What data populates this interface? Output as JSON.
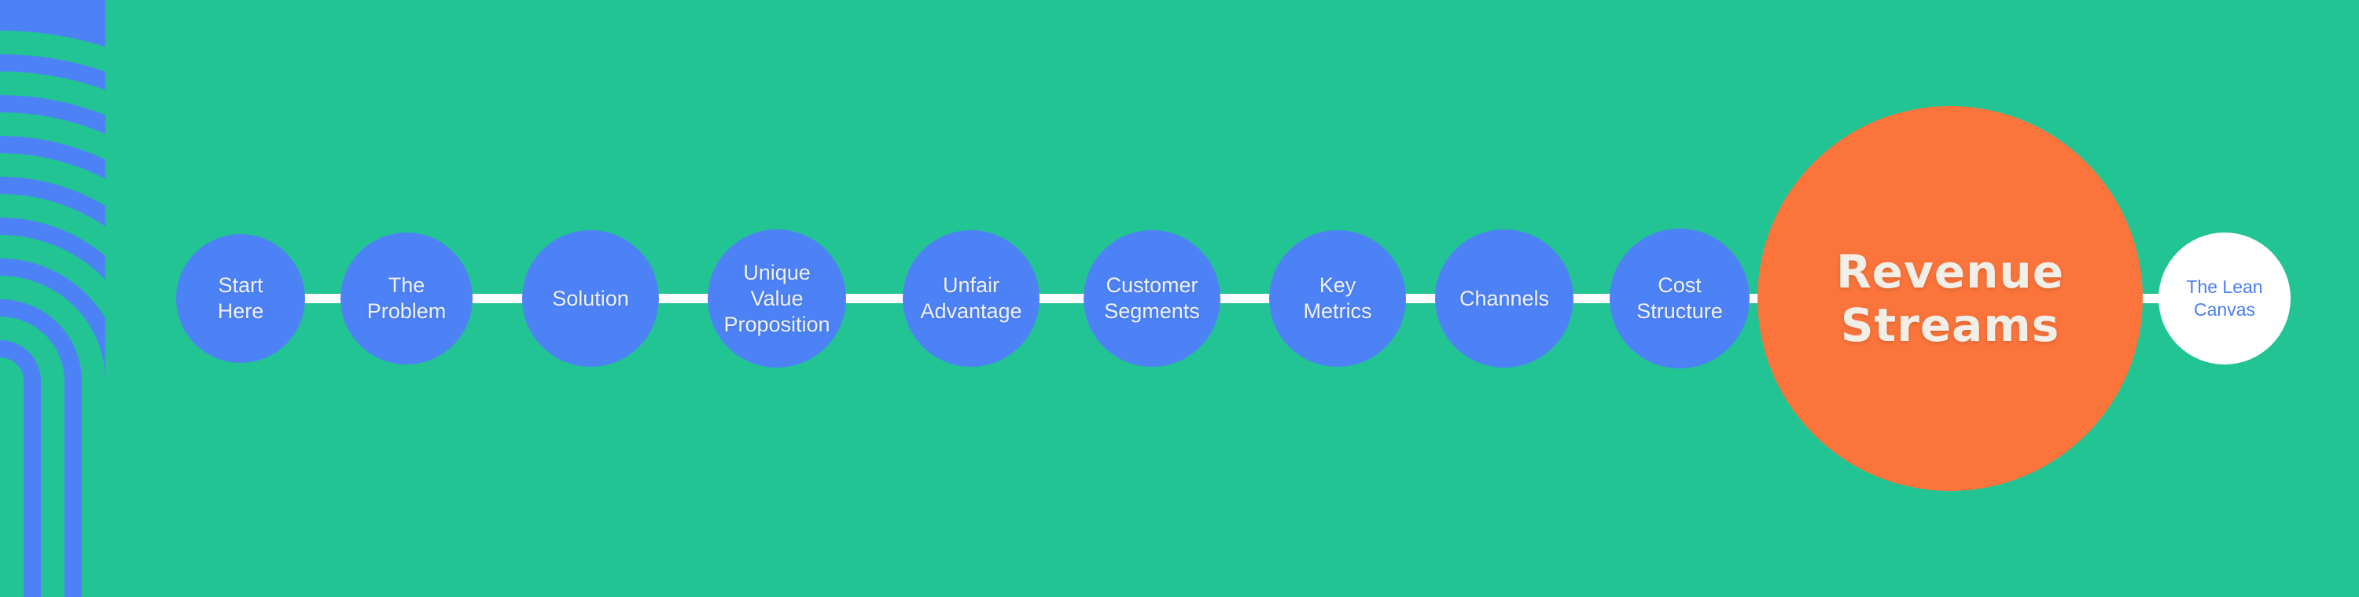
{
  "colors": {
    "background_green": "#22C494",
    "step_circle_blue": "#4D82F6",
    "highlight_circle_orange": "#FA743C",
    "end_circle_white": "#FFFFFF",
    "connector_white": "#FFFFFF",
    "step_label_color": "#EEF2F7",
    "highlight_label_color": "#F2EFE8",
    "end_label_color": "#4B7EF2"
  },
  "decoration": {
    "name": "concentric-arcs-corner",
    "blue": "#4D82F6",
    "green": "#22C494"
  },
  "diagram": {
    "title": "The Lean Canvas",
    "nodes": [
      {
        "label": "Start Here",
        "lines": [
          "Start",
          "Here"
        ],
        "type": "step"
      },
      {
        "label": "The Problem",
        "lines": [
          "The",
          "Problem"
        ],
        "type": "step"
      },
      {
        "label": "Solution",
        "lines": [
          "Solution"
        ],
        "type": "step"
      },
      {
        "label": "Unique Value Proposition",
        "lines": [
          "Unique",
          "Value",
          "Proposition"
        ],
        "type": "step"
      },
      {
        "label": "Unfair Advantage",
        "lines": [
          "Unfair",
          "Advantage"
        ],
        "type": "step"
      },
      {
        "label": "Customer Segments",
        "lines": [
          "Customer",
          "Segments"
        ],
        "type": "step"
      },
      {
        "label": "Key Metrics",
        "lines": [
          "Key",
          "Metrics"
        ],
        "type": "step"
      },
      {
        "label": "Channels",
        "lines": [
          "Channels"
        ],
        "type": "step"
      },
      {
        "label": "Cost Structure",
        "lines": [
          "Cost",
          "Structure"
        ],
        "type": "step"
      },
      {
        "label": "Revenue Streams",
        "lines": [
          "Revenue",
          "Streams"
        ],
        "type": "highlight"
      },
      {
        "label": "The Lean Canvas",
        "lines": [
          "The Lean",
          "Canvas"
        ],
        "type": "end"
      }
    ]
  }
}
